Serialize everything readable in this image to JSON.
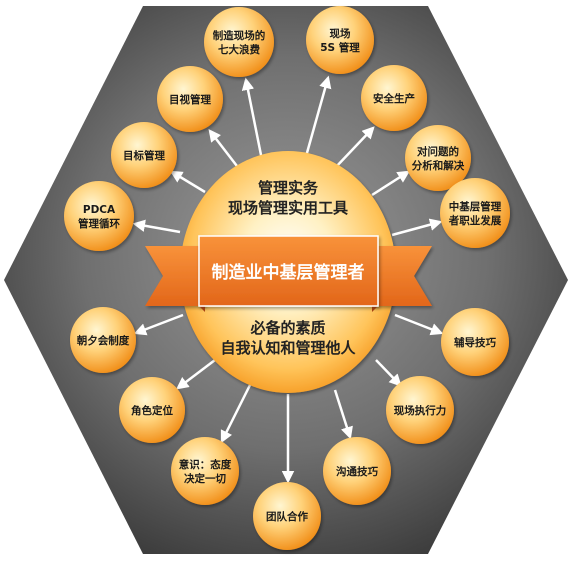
{
  "center": {
    "top_lines": [
      "管理实务",
      "现场管理实用工具"
    ],
    "banner_text": "制造业中基层管理者",
    "bottom_lines": [
      "必备的素质",
      "自我认知和管理他人"
    ]
  },
  "nodes": [
    {
      "name": "node-waste",
      "lines": [
        "制造现场的",
        "七大浪费"
      ]
    },
    {
      "name": "node-5s",
      "lines": [
        "现场",
        "5S 管理"
      ]
    },
    {
      "name": "node-visual-mgmt",
      "lines": [
        "目视管理"
      ]
    },
    {
      "name": "node-safety",
      "lines": [
        "安全生产"
      ]
    },
    {
      "name": "node-problem-solving",
      "lines": [
        "对问题的",
        "分析和解决"
      ]
    },
    {
      "name": "node-career",
      "lines": [
        "中基层管理",
        "者职业发展"
      ]
    },
    {
      "name": "node-coaching",
      "lines": [
        "辅导技巧"
      ]
    },
    {
      "name": "node-execution",
      "lines": [
        "现场执行力"
      ]
    },
    {
      "name": "node-communication",
      "lines": [
        "沟通技巧"
      ]
    },
    {
      "name": "node-teamwork",
      "lines": [
        "团队合作"
      ]
    },
    {
      "name": "node-attitude",
      "lines": [
        "意识：态度",
        "决定一切"
      ]
    },
    {
      "name": "node-role",
      "lines": [
        "角色定位"
      ]
    },
    {
      "name": "node-meeting",
      "lines": [
        "朝夕会制度"
      ]
    },
    {
      "name": "node-pdca",
      "lines": [
        "PDCA",
        "管理循环"
      ]
    },
    {
      "name": "node-goal-mgmt",
      "lines": [
        "目标管理"
      ]
    }
  ],
  "colors": {
    "hexagon_fill": "#6b6b6b",
    "node_light": "#fff3c8",
    "node_dark": "#f79a1c",
    "banner": "#f47d20",
    "arrow": "#ffffff"
  }
}
